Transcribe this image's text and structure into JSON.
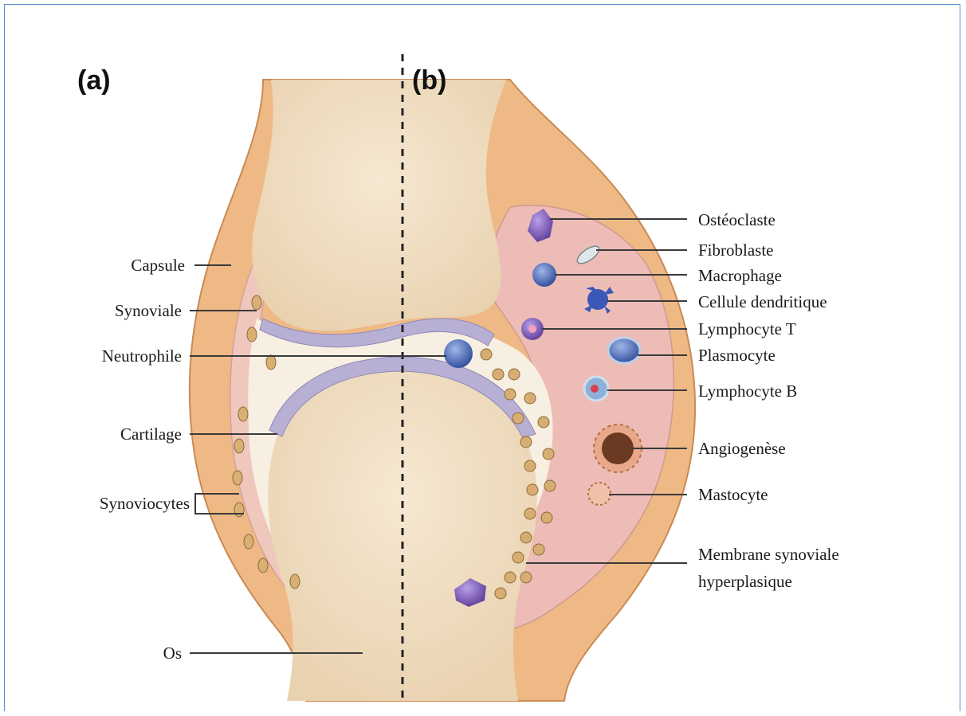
{
  "panels": {
    "a": "(a)",
    "b": "(b)"
  },
  "labels_left": {
    "capsule": "Capsule",
    "synoviale": "Synoviale",
    "neutrophile": "Neutrophile",
    "cartilage": "Cartilage",
    "synoviocytes": "Synoviocytes",
    "os": "Os"
  },
  "labels_right": {
    "osteoclaste": "Ostéoclaste",
    "fibroblaste": "Fibroblaste",
    "macrophage": "Macrophage",
    "cellule_dendritique": "Cellule dendritique",
    "lymphocyte_t": "Lymphocyte T",
    "plasmocyte": "Plasmocyte",
    "lymphocyte_b": "Lymphocyte B",
    "angiogenese": "Angiogenèse",
    "mastocyte": "Mastocyte",
    "membrane_line1": "Membrane synoviale",
    "membrane_line2": "hyperplasique"
  },
  "colors": {
    "bone": "#f2dfc2",
    "capsule": "#efb986",
    "synovium": "#efc7bd",
    "cartilage": "#b8b0d4",
    "joint_space": "#f7efe1",
    "pannus": "#edbcb6",
    "frame": "#5b8ccf"
  }
}
